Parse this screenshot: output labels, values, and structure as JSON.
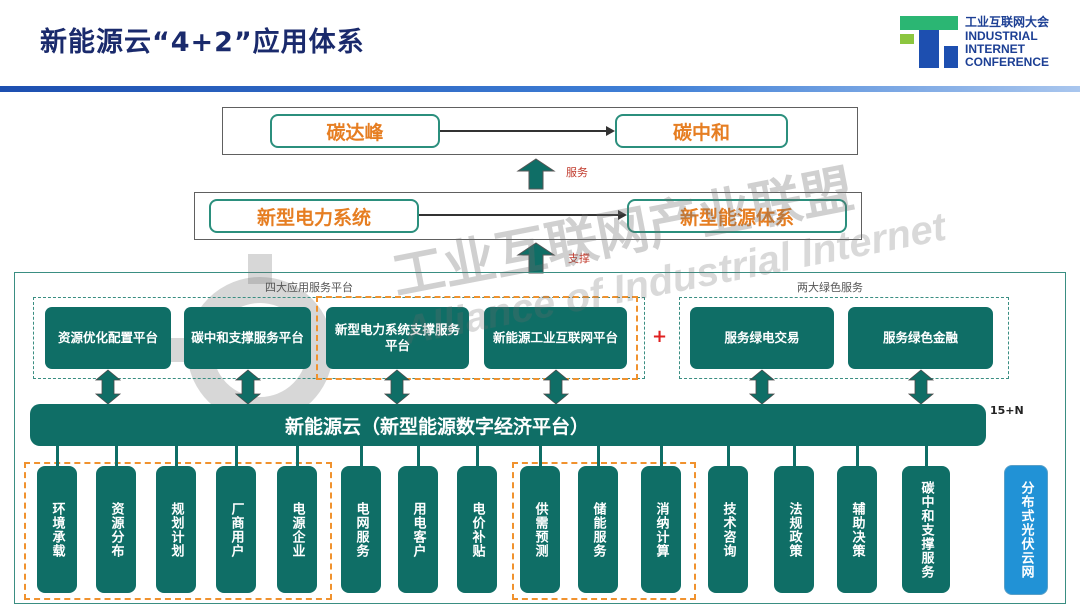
{
  "header": {
    "title": "新能源云“4+2”应用体系",
    "logo_cn": "工业互联网大会",
    "logo_en": [
      "INDUSTRIAL",
      "INTERNET",
      "CONFERENCE"
    ]
  },
  "top_level": {
    "left": "碳达峰",
    "right": "碳中和"
  },
  "link_labels": {
    "service": "服务",
    "support": "支撑"
  },
  "second_level": {
    "left": "新型电力系统",
    "right": "新型能源体系"
  },
  "groups": {
    "four_platforms": "四大应用服务平台",
    "two_green": "两大绿色服务"
  },
  "platforms": [
    "资源优化配置平台",
    "碳中和支撑服务平台",
    "新型电力系统支撑服务平台",
    "新能源工业互联网平台"
  ],
  "plus": "+",
  "green_services": [
    "服务绿电交易",
    "服务绿色金融"
  ],
  "cloud_bar": "新能源云（新型能源数字经济平台）",
  "count_label": "15+N",
  "columns": [
    "环境承载",
    "资源分布",
    "规划计划",
    "厂商用户",
    "电源企业",
    "电网服务",
    "用电客户",
    "电价补贴",
    "供需预测",
    "储能服务",
    "消纳计算",
    "技术咨询",
    "法规政策",
    "辅助决策",
    "碳中和支撑服务"
  ],
  "extra_column": "分布式光伏云网",
  "watermark": {
    "cn": "工业互联网产业联盟",
    "en": "Alliance of Industrial Internet"
  },
  "colors": {
    "teal": "#0f6e66",
    "orange": "#e67e22",
    "blue": "#2192d6",
    "title": "#1a2a6c"
  }
}
